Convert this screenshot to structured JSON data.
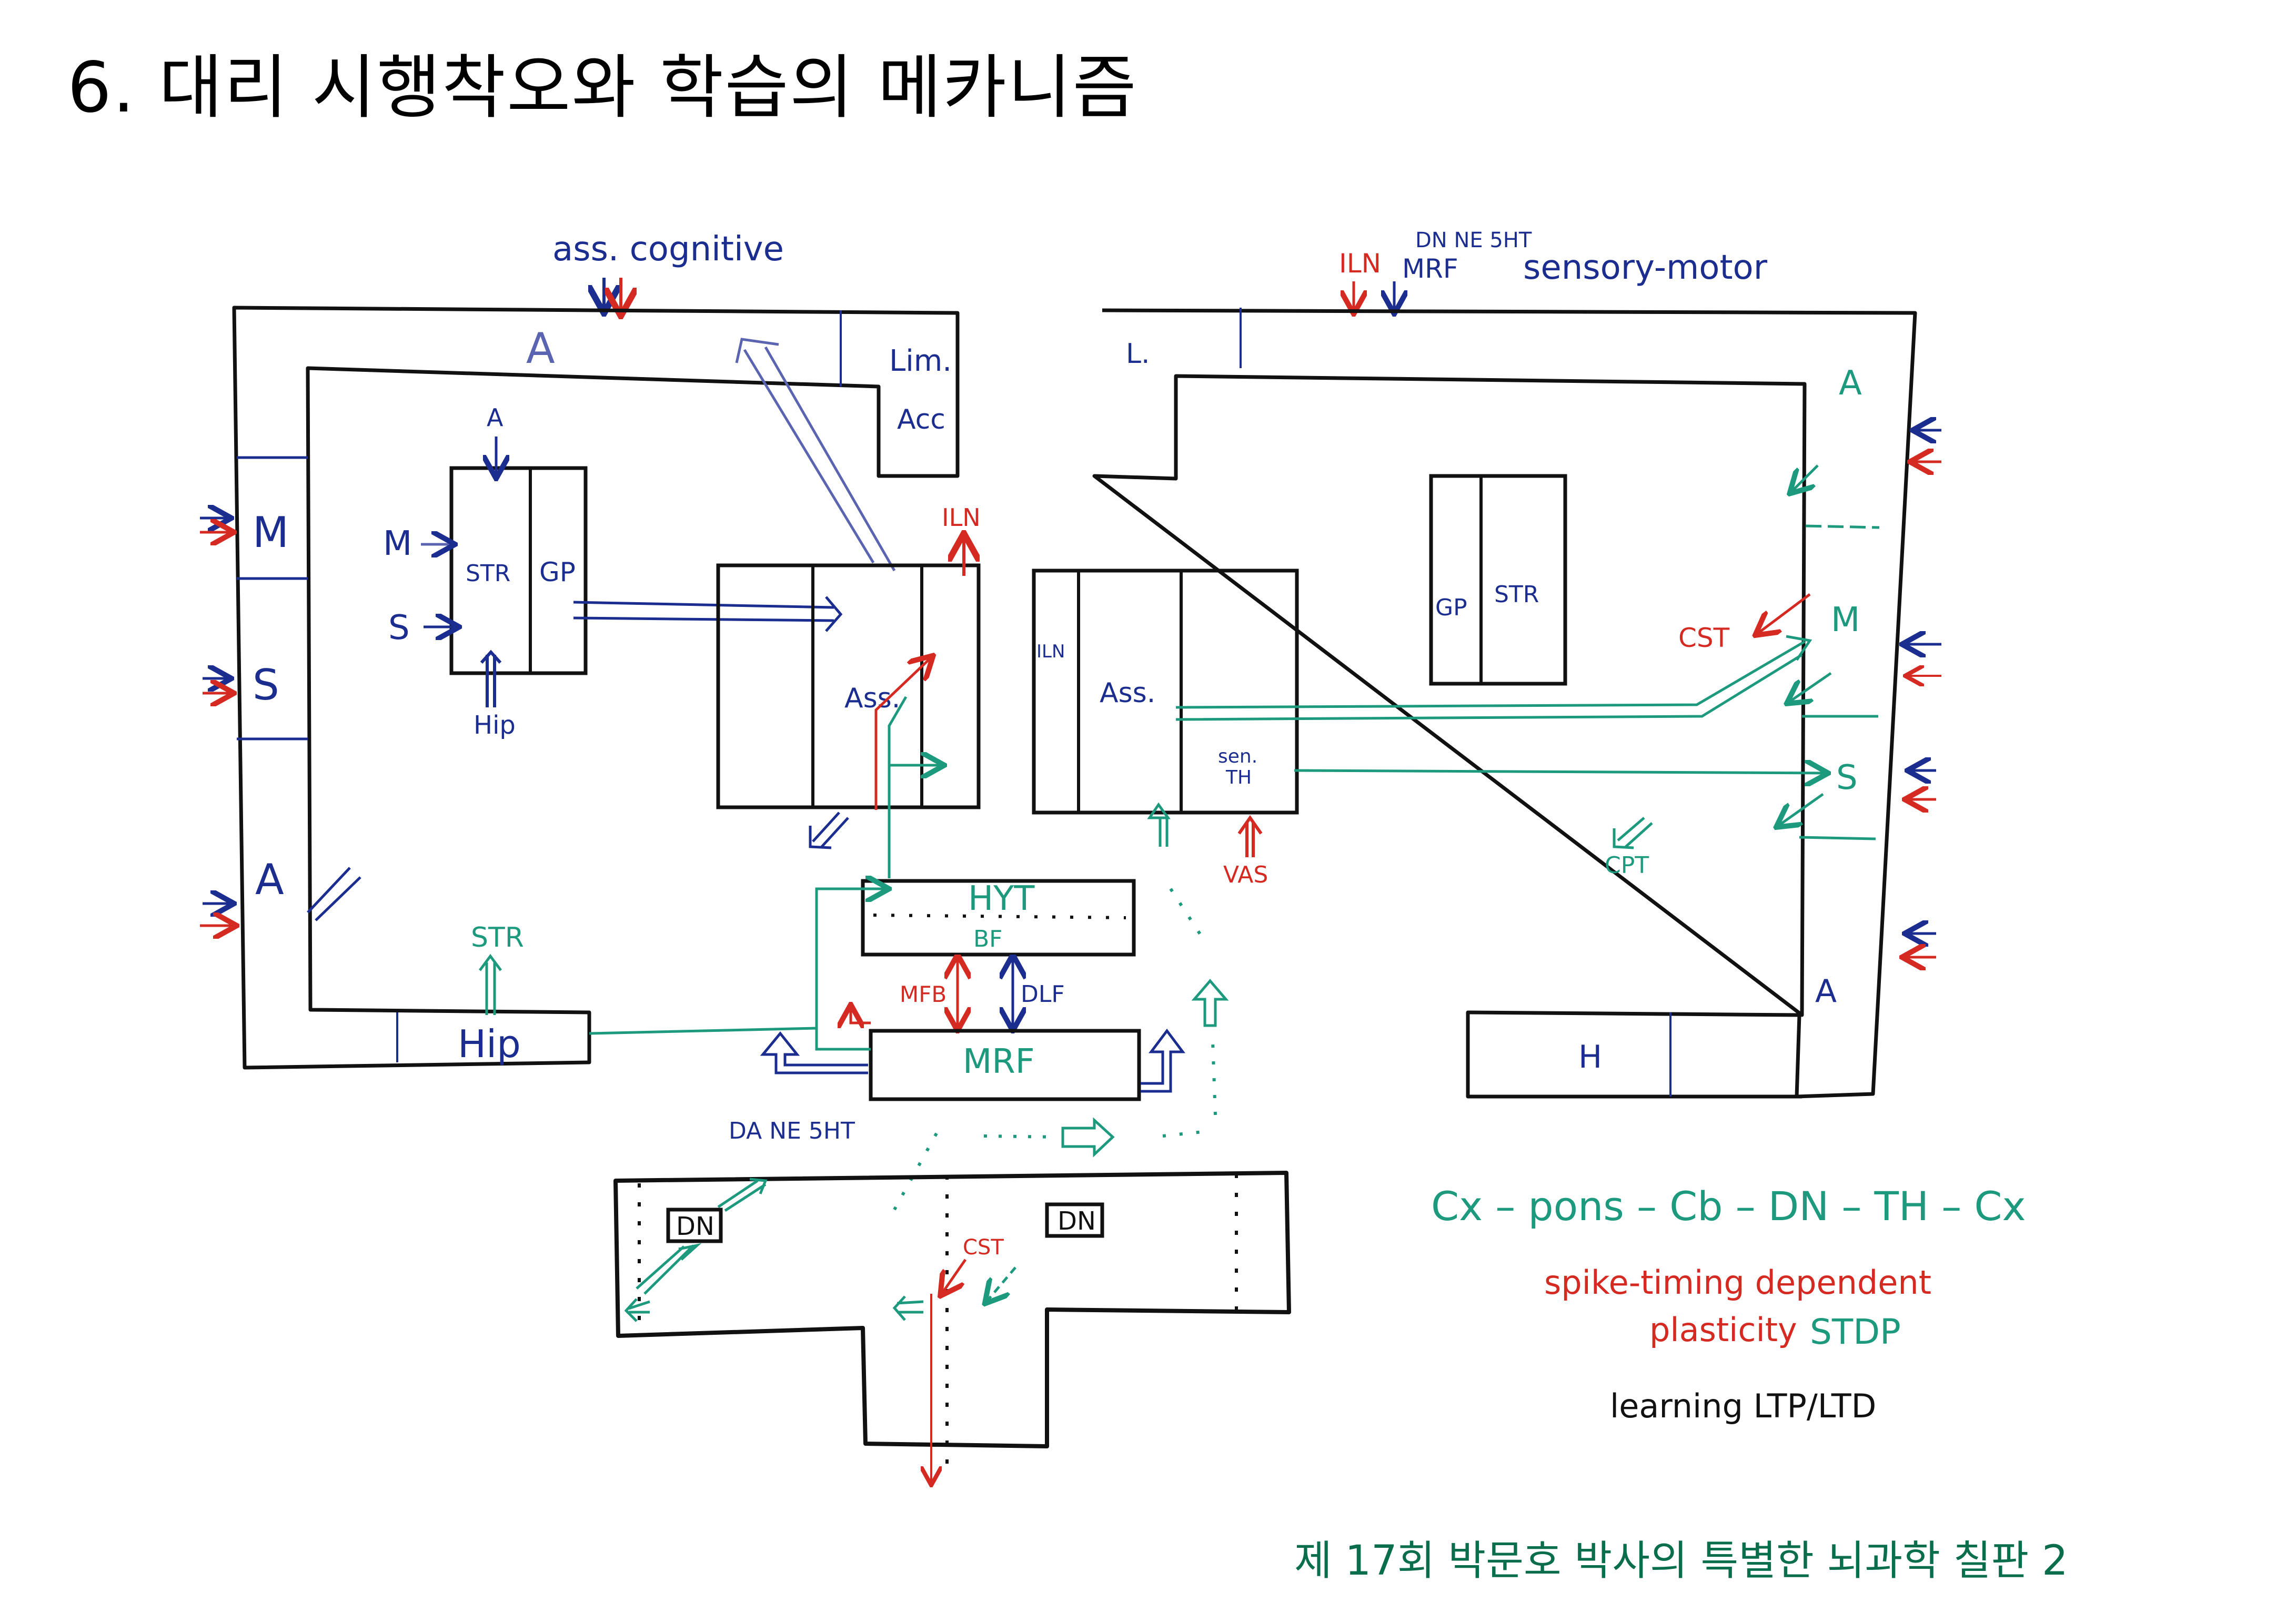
{
  "title": "6. 대리 시행착오와 학습의 메카니즘",
  "footer": "제 17회 박문호 박사의 특별한 뇌과학 칠판 2",
  "colors": {
    "outline": "#111111",
    "blue": "#1b2d8f",
    "red": "#d42a22",
    "teal": "#1d9a7e",
    "footer": "#0a6e4c"
  },
  "left_hemisphere": {
    "header": "ass. cognitive",
    "cortex_labels": {
      "top_a": "A",
      "lim": "Lim.",
      "acc": "Acc",
      "m": "M",
      "s": "S",
      "bottom_a": "A",
      "hip": "Hip"
    },
    "basal_ganglia": {
      "str": "STR",
      "gp": "GP",
      "input_a": "A",
      "input_m": "M",
      "input_s": "S",
      "input_hip": "Hip"
    },
    "hip_to_str": "STR",
    "thalamus": {
      "ass": "Ass.",
      "iln_out": "ILN"
    }
  },
  "right_hemisphere": {
    "header_iln": "ILN",
    "header_mrf": "MRF",
    "header_neuromod": "DN NE 5HT",
    "header": "sensory-motor",
    "cortex_labels": {
      "l": "L.",
      "top_a": "A",
      "m": "M",
      "s": "S",
      "bottom_a": "A",
      "h": "H"
    },
    "basal_ganglia": {
      "gp": "GP",
      "str": "STR"
    },
    "thalamus": {
      "iln": "ILN",
      "ass": "Ass.",
      "sen_th_1": "sen.",
      "sen_th_2": "TH"
    },
    "vas": "VAS",
    "cst": "CST",
    "cpt": "CPT"
  },
  "brainstem": {
    "hyt": "HYT",
    "bf": "BF",
    "mfb": "MFB",
    "dlf": "DLF",
    "mrf": "MRF",
    "neuromod": "DA NE 5HT"
  },
  "cerebellum": {
    "dn_left": "DN",
    "dn_right": "DN",
    "cst": "CST"
  },
  "notes": {
    "loop": "Cx – pons – Cb – DN – TH – Cx",
    "stdp_line1": "spike-timing dependent",
    "stdp_line2": "plasticity",
    "stdp_abbr": "STDP",
    "learning": "learning LTP/LTD"
  }
}
